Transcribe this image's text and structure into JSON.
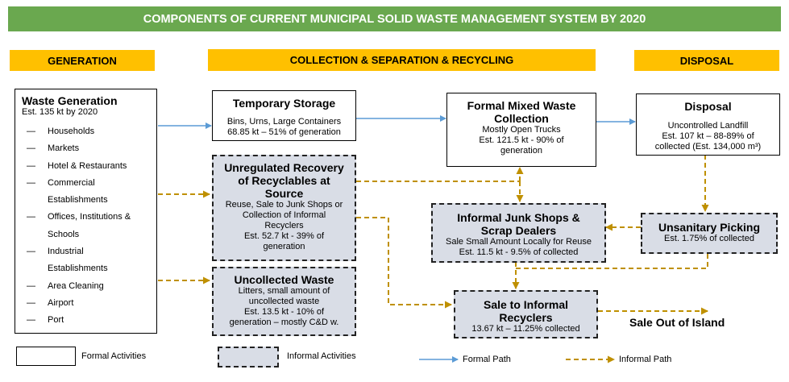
{
  "title": "COMPONENTS OF CURRENT MUNICIPAL SOLID WASTE MANAGEMENT SYSTEM BY 2020",
  "headers": {
    "generation": "GENERATION",
    "collection": "COLLECTION & SEPARATION & RECYCLING",
    "disposal": "DISPOSAL"
  },
  "generation": {
    "title": "Waste Generation",
    "subtitle": "Est. 135 kt by 2020",
    "items": [
      "Households",
      "Markets",
      "Hotel & Restaurants",
      "Commercial",
      "Establishments",
      "Offices, Institutions &",
      "Schools",
      "Industrial",
      "Establishments",
      "Area Cleaning",
      "Airport",
      "Port"
    ],
    "dashed_items": [
      true,
      true,
      true,
      true,
      false,
      true,
      false,
      true,
      false,
      true,
      true,
      true
    ]
  },
  "temporary_storage": {
    "title": "Temporary Storage",
    "line1": "Bins, Urns, Large Containers",
    "line2": "68.85 kt – 51% of generation"
  },
  "formal_collection": {
    "title1": "Formal Mixed Waste",
    "title2": "Collection",
    "line1": "Mostly Open Trucks",
    "line2": "Est. 121.5 kt - 90% of",
    "line3": "generation"
  },
  "disposal": {
    "title": "Disposal",
    "line1": "Uncontrolled Landfill",
    "line2": "Est. 107 kt – 88-89% of",
    "line3": "collected (Est. 134,000 m³)"
  },
  "unregulated_recovery": {
    "title1": "Unregulated Recovery",
    "title2": "of Recyclables at",
    "title3": "Source",
    "line1": "Reuse, Sale to Junk Shops or",
    "line2": "Collection of Informal",
    "line3": "Recyclers",
    "line4": "Est. 52.7 kt - 39% of",
    "line5": "generation"
  },
  "junk_shops": {
    "title1": "Informal Junk Shops &",
    "title2": "Scrap Dealers",
    "line1": "Sale Small Amount Locally for Reuse",
    "line2": "Est. 11.5 kt - 9.5% of collected"
  },
  "unsanitary_picking": {
    "title": "Unsanitary Picking",
    "line1": "Est. 1.75% of collected"
  },
  "uncollected": {
    "title": "Uncollected Waste",
    "line1": "Litters, small amount of",
    "line2": "uncollected waste",
    "line3": "Est. 13.5 kt - 10% of",
    "line4": "generation – mostly C&D w."
  },
  "informal_recyclers": {
    "title1": "Sale to Informal",
    "title2": "Recyclers",
    "line1": "13.67 kt – 11.25% collected"
  },
  "sale_out": "Sale Out of Island",
  "legend": {
    "formal_activities": "Formal Activities",
    "informal_activities": "Informal Activities",
    "formal_path": "Formal Path",
    "informal_path": "Informal Path"
  },
  "colors": {
    "title_bg": "#6aa84f",
    "header_bg": "#ffc000",
    "informal_box_bg": "#d9dde6",
    "formal_path": "#5b9bd5",
    "informal_path": "#bf9000"
  }
}
